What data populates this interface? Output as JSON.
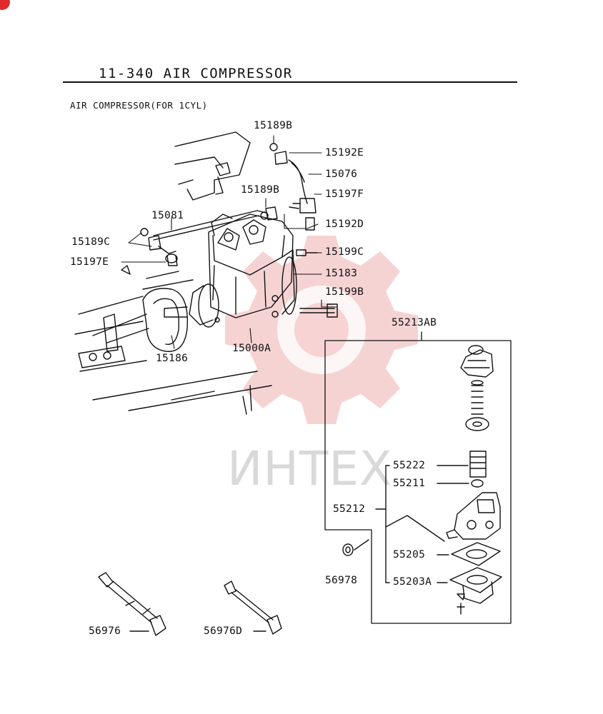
{
  "header": {
    "title": "11-340   AIR COMPRESSOR",
    "subtitle": "AIR COMPRESSOR(FOR 1CYL)"
  },
  "watermark": {
    "text": "ИНТЕХ",
    "color": "#f2b8b8"
  },
  "part_labels": [
    "15189B",
    "15192E",
    "15076",
    "15189B",
    "15197F",
    "15081",
    "15192D",
    "15189C",
    "15199C",
    "15197E",
    "15183",
    "15199B",
    "15186",
    "15000A",
    "55213AB",
    "55222",
    "55211",
    "55212",
    "55205",
    "55203A",
    "56978",
    "56976",
    "56976D"
  ]
}
